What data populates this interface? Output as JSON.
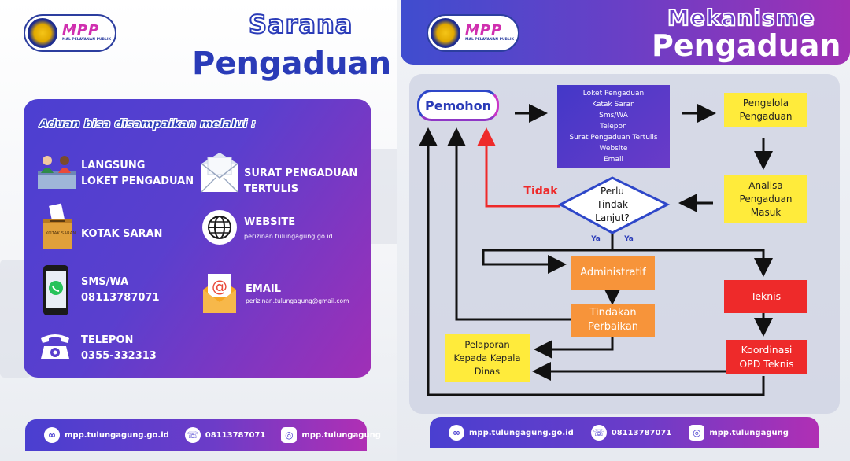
{
  "brand": {
    "logo_text": "MPP",
    "logo_subtitle": "MAL PELAYANAN PUBLIK",
    "colors": {
      "primary": "#2a3bb8",
      "accent": "#d02faf",
      "purple": "#6a3bc8",
      "yellow": "#ffeb3b",
      "orange": "#f7943a",
      "red": "#ee2a2a"
    }
  },
  "left": {
    "title_line1": "Sarana",
    "title_line2": "Pengaduan",
    "card_heading": "Aduan bisa disampaikan melalui :",
    "channels": [
      {
        "icon": "counter-service-icon",
        "title_1": "LANGSUNG",
        "title_2": "LOKET PENGADUAN",
        "sub": ""
      },
      {
        "icon": "suggestion-box-icon",
        "title_1": "KOTAK SARAN",
        "title_2": "",
        "sub": "",
        "box_label": "KOTAK SARAN"
      },
      {
        "icon": "whatsapp-phone-icon",
        "title_1": "SMS/WA",
        "title_2": "08113787071",
        "sub": ""
      },
      {
        "icon": "telephone-icon",
        "title_1": "TELEPON",
        "title_2": "0355-332313",
        "sub": ""
      },
      {
        "icon": "envelope-icon",
        "title_1": "SURAT PENGADUAN",
        "title_2": "TERTULIS",
        "sub": ""
      },
      {
        "icon": "globe-icon",
        "title_1": "WEBSITE",
        "title_2": "",
        "sub": "perizinan.tulungagung.go.id"
      },
      {
        "icon": "email-icon",
        "title_1": "EMAIL",
        "title_2": "",
        "sub": "perizinan.tulungagung@gmail.com"
      }
    ]
  },
  "right": {
    "title_line1": "Mekanisme",
    "title_line2": "Pengaduan",
    "flow": {
      "pemohon": "Pemohon",
      "channels_list": [
        "Loket Pengaduan",
        "Katak Saran",
        "Sms/WA",
        "Telepon",
        "Surat Pengaduan Tertulis",
        "Website",
        "Email"
      ],
      "pengelola": [
        "Pengelola",
        "Pengaduan"
      ],
      "analisa": [
        "Analisa",
        "Pengaduan",
        "Masuk"
      ],
      "decision": [
        "Perlu",
        "Tindak",
        "Lanjut?"
      ],
      "tidak": "Tidak",
      "ya_left": "Ya",
      "ya_right": "Ya",
      "administratif": "Administratif",
      "tindakan": [
        "Tindakan",
        "Perbaikan"
      ],
      "teknis": "Teknis",
      "koordinasi": [
        "Koordinasi",
        "OPD Teknis"
      ],
      "pelaporan": [
        "Pelaporan",
        "Kepada Kepala",
        "Dinas"
      ]
    }
  },
  "footer": {
    "website": "mpp.tulungagung.go.id",
    "phone": "08113787071",
    "instagram": "mpp.tulungagung",
    "icons": [
      "link-icon",
      "phone-icon",
      "instagram-icon"
    ]
  }
}
